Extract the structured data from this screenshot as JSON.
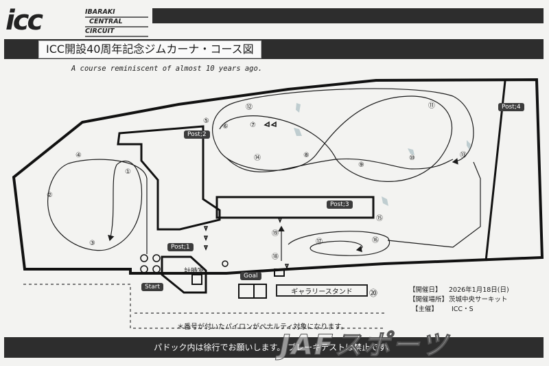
{
  "header": {
    "logo_mark": "icc",
    "logo_lines": [
      "IBARAKI",
      "CENTRAL",
      "CIRCUIT"
    ],
    "title": "ICC開設40周年記念ジムカーナ・コース図",
    "subtitle": "A course reminiscent of almost 10 years ago."
  },
  "posts": [
    "Post;1",
    "Post;2",
    "Post;3",
    "Post;4"
  ],
  "labels": {
    "start": "Start",
    "goal": "Goal",
    "timing_room": "計時室",
    "gallery_stand": "ギャラリースタンド",
    "gallery_number": "⑳"
  },
  "course_numbers": [
    "①",
    "②",
    "③",
    "④",
    "⑤",
    "⑥",
    "⑦",
    "⑧",
    "⑨",
    "⑩",
    "⑪",
    "⑫",
    "⑬",
    "⑭",
    "⑮",
    "⑯",
    "⑰",
    "⑱",
    "⑲"
  ],
  "info": [
    {
      "key": "【開催日】",
      "value": "2026年1月18日(日)"
    },
    {
      "key": "【開催場所】",
      "value": "茨城中央サーキット"
    },
    {
      "key": "【主催】",
      "value": "ICC・S"
    }
  ],
  "note": "＊番号が付いたパイロンがペナルティ対象になります。",
  "footer": "パドック内は徐行でお願いします。 ブレーキテストは禁止です。",
  "watermark": "JAFスポーツ",
  "colors": {
    "dark_bar": "#2d2d2d",
    "paper": "#f3f3f1",
    "line": "#1a1a1a"
  }
}
